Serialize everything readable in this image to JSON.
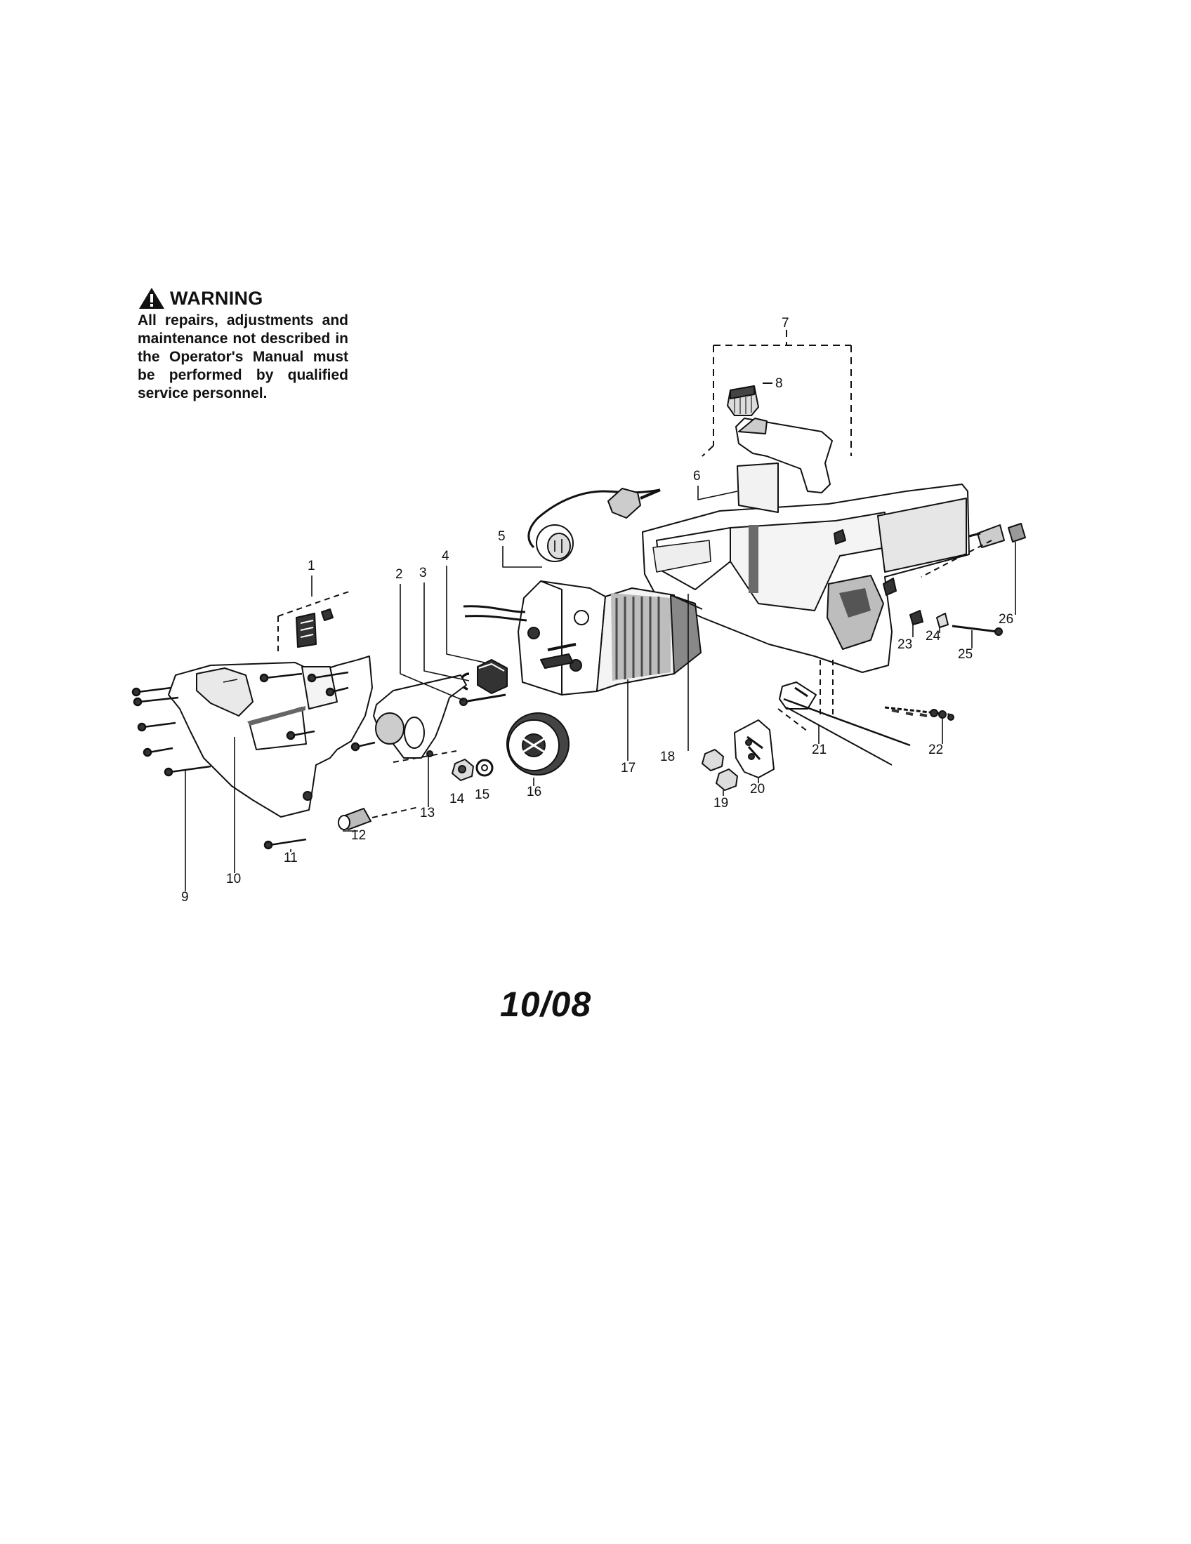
{
  "warning": {
    "title": "WARNING",
    "text": "All repairs, adjustments and maintenance not described in the Operator's Manual must be performed by qualified service personnel.",
    "icon": "warning-triangle-icon"
  },
  "callouts": [
    "1",
    "2",
    "3",
    "4",
    "5",
    "6",
    "7",
    "8",
    "9",
    "10",
    "11",
    "12",
    "13",
    "14",
    "15",
    "16",
    "17",
    "18",
    "19",
    "20",
    "21",
    "22",
    "23",
    "24",
    "25",
    "26"
  ],
  "footer_code": "10/08",
  "colors": {
    "line": "#111111",
    "fill": "#ffffff",
    "shade": "#9a9a9a"
  }
}
